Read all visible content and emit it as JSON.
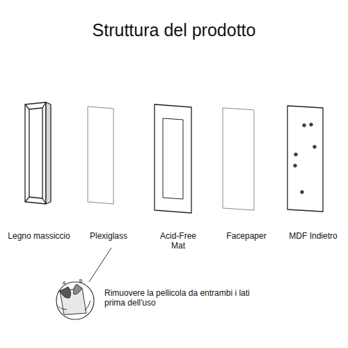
{
  "diagram": {
    "title": "Struttura del prodotto",
    "labels": [
      "Legno massiccio",
      "Plexiglass",
      "Acid-Free Mat",
      "Facepaper",
      "MDF Indietro",
      "A",
      "B",
      "Rimuovere la pellicola da entrambi i lati prima dell'uso"
    ]
  }
}
